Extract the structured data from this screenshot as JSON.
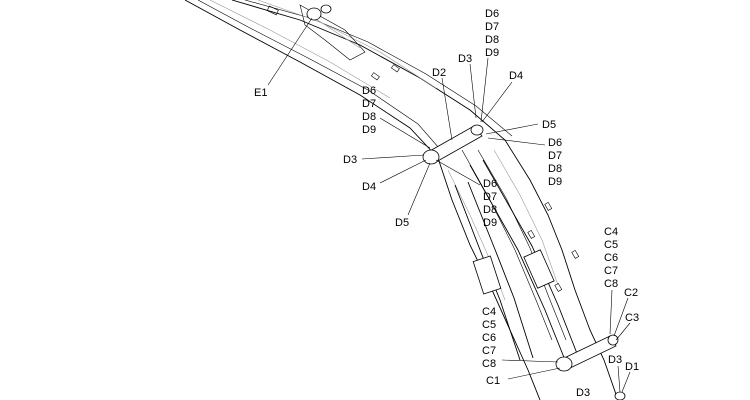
{
  "labels": [
    {
      "id": "E1",
      "text": "E1"
    },
    {
      "id": "top-D6",
      "text": "D6"
    },
    {
      "id": "top-D7",
      "text": "D7"
    },
    {
      "id": "top-D8",
      "text": "D8"
    },
    {
      "id": "top-D9",
      "text": "D9"
    },
    {
      "id": "top-D3",
      "text": "D3"
    },
    {
      "id": "top-D4",
      "text": "D4"
    },
    {
      "id": "D2",
      "text": "D2"
    },
    {
      "id": "mid-D6",
      "text": "D6"
    },
    {
      "id": "mid-D7",
      "text": "D7"
    },
    {
      "id": "mid-D8",
      "text": "D8"
    },
    {
      "id": "mid-D9",
      "text": "D9"
    },
    {
      "id": "right-D5",
      "text": "D5"
    },
    {
      "id": "right-D6",
      "text": "D6"
    },
    {
      "id": "right-D7",
      "text": "D7"
    },
    {
      "id": "right-D8",
      "text": "D8"
    },
    {
      "id": "right-D9",
      "text": "D9"
    },
    {
      "id": "left-D3",
      "text": "D3"
    },
    {
      "id": "left-D4",
      "text": "D4"
    },
    {
      "id": "low-D6",
      "text": "D6"
    },
    {
      "id": "low-D7",
      "text": "D7"
    },
    {
      "id": "low-D8",
      "text": "D8"
    },
    {
      "id": "low-D9",
      "text": "D9"
    },
    {
      "id": "left-D5",
      "text": "D5"
    },
    {
      "id": "right-C4",
      "text": "C4"
    },
    {
      "id": "right-C5",
      "text": "C5"
    },
    {
      "id": "right-C6",
      "text": "C6"
    },
    {
      "id": "right-C7",
      "text": "C7"
    },
    {
      "id": "right-C8",
      "text": "C8"
    },
    {
      "id": "C2",
      "text": "C2"
    },
    {
      "id": "C3",
      "text": "C3"
    },
    {
      "id": "left-C4",
      "text": "C4"
    },
    {
      "id": "left-C5",
      "text": "C5"
    },
    {
      "id": "left-C6",
      "text": "C6"
    },
    {
      "id": "left-C7",
      "text": "C7"
    },
    {
      "id": "left-C8",
      "text": "C8"
    },
    {
      "id": "C1",
      "text": "C1"
    },
    {
      "id": "bottom-D3a",
      "text": "D3"
    },
    {
      "id": "D1",
      "text": "D1"
    },
    {
      "id": "bottom-D3b",
      "text": "D3"
    }
  ]
}
